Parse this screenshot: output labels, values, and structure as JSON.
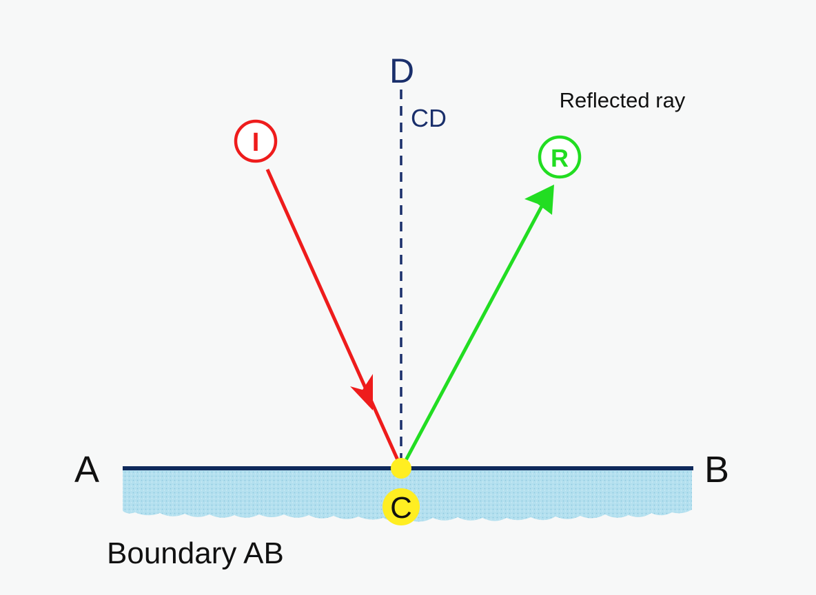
{
  "labels": {
    "normal_top": "D",
    "normal_name": "CD",
    "reflected_caption": "Reflected ray",
    "incident_marker": "I",
    "reflected_marker": "R",
    "point_a": "A",
    "point_b": "B",
    "point_c": "C",
    "boundary_caption": "Boundary AB"
  },
  "colors": {
    "background": "#f7f8f8",
    "incident_ray": "#ee1c1c",
    "reflected_ray": "#22dd22",
    "normal_line": "#1a2f6b",
    "boundary_line": "#0f2a5c",
    "medium_fill": "#a9dbec",
    "point_c_fill": "#ffee22",
    "text": "#111111"
  }
}
